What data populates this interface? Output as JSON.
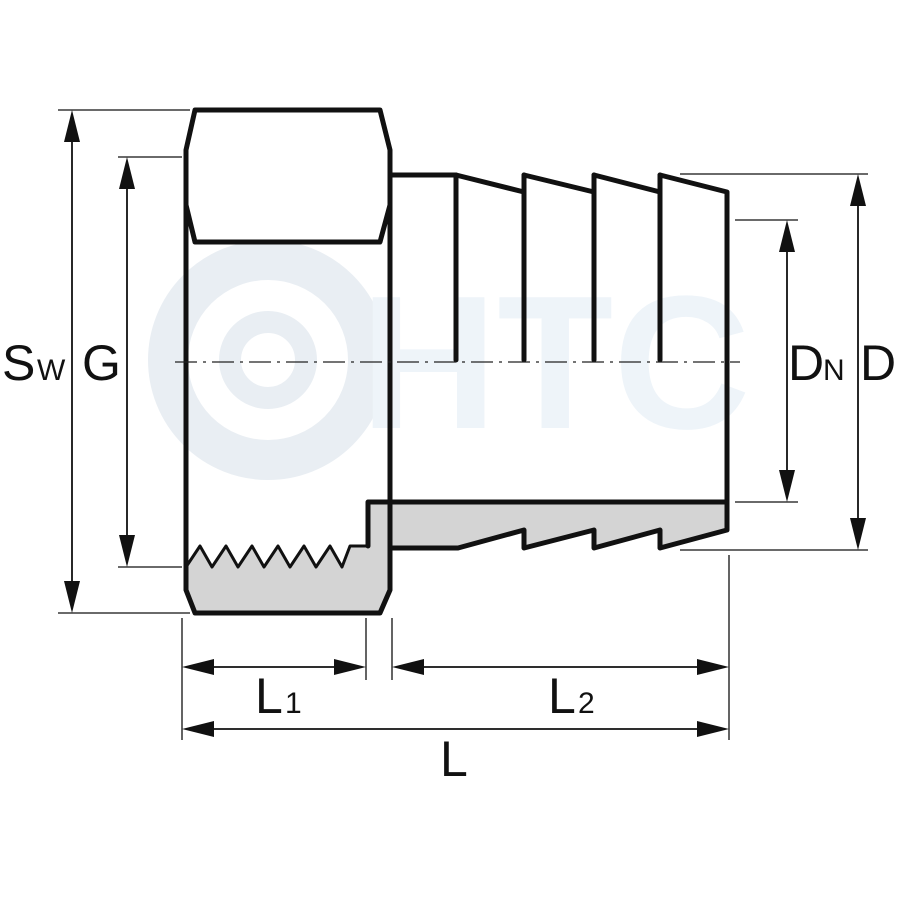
{
  "watermark": {
    "text": "HTC"
  },
  "labels": {
    "sw_main": "S",
    "sw_sub": "W",
    "g": "G",
    "dn_main": "D",
    "dn_sub": "N",
    "d": "D",
    "l1_main": "L",
    "l1_sub": "1",
    "l2_main": "L",
    "l2_sub": "2",
    "l": "L"
  },
  "colors": {
    "line": "#111111",
    "section_fill": "#d4d4d4",
    "watermark": "#e9eef3"
  }
}
